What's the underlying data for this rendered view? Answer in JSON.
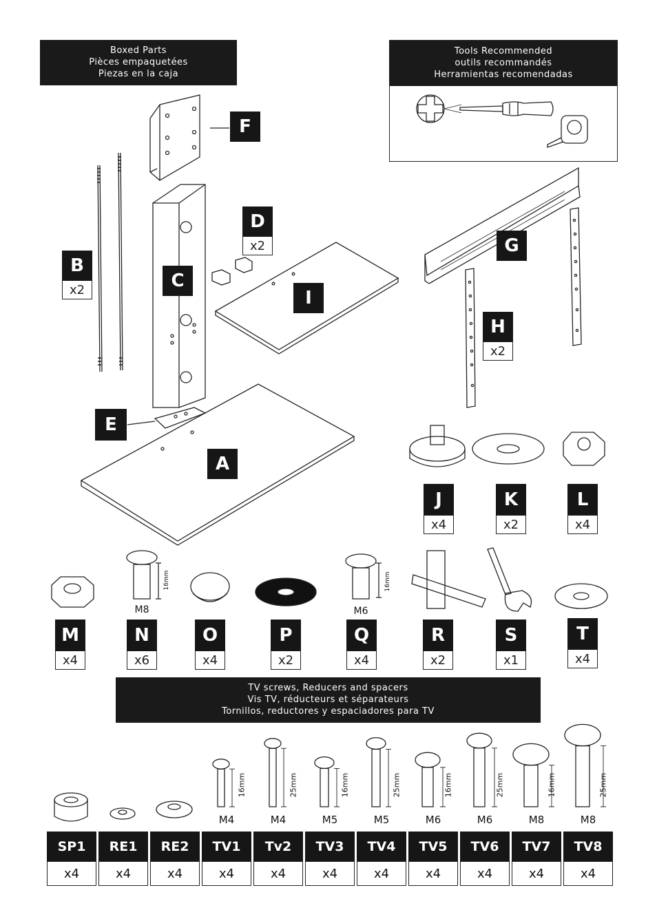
{
  "headers": {
    "boxed": [
      "Boxed Parts",
      "Pièces empaquetées",
      "Piezas en la caja"
    ],
    "tools": [
      "Tools Recommended",
      "outils recommandés",
      "Herramientas recomendadas"
    ],
    "screws": [
      "TV screws, Reducers and spacers",
      "Vis TV, réducteurs et séparateurs",
      "Tornillos, reductores y espaciadores para TV"
    ]
  },
  "parts": {
    "A": {
      "letter": "A"
    },
    "B": {
      "letter": "B",
      "qty": "x2"
    },
    "C": {
      "letter": "C"
    },
    "D": {
      "letter": "D",
      "qty": "x2"
    },
    "E": {
      "letter": "E"
    },
    "F": {
      "letter": "F"
    },
    "G": {
      "letter": "G"
    },
    "H": {
      "letter": "H",
      "qty": "x2"
    },
    "I": {
      "letter": "I"
    },
    "J": {
      "letter": "J",
      "qty": "x4"
    },
    "K": {
      "letter": "K",
      "qty": "x2"
    },
    "L": {
      "letter": "L",
      "qty": "x4"
    },
    "M": {
      "letter": "M",
      "qty": "x4"
    },
    "N": {
      "letter": "N",
      "qty": "x6",
      "size": "M8",
      "len": "16mm"
    },
    "O": {
      "letter": "O",
      "qty": "x4"
    },
    "P": {
      "letter": "P",
      "qty": "x2"
    },
    "Q": {
      "letter": "Q",
      "qty": "x4",
      "size": "M6",
      "len": "16mm"
    },
    "R": {
      "letter": "R",
      "qty": "x2"
    },
    "S": {
      "letter": "S",
      "qty": "x1"
    },
    "T": {
      "letter": "T",
      "qty": "x4"
    }
  },
  "tv_parts": [
    {
      "code": "SP1",
      "qty": "x4",
      "size": "",
      "len": ""
    },
    {
      "code": "RE1",
      "qty": "x4",
      "size": "",
      "len": ""
    },
    {
      "code": "RE2",
      "qty": "x4",
      "size": "",
      "len": ""
    },
    {
      "code": "TV1",
      "qty": "x4",
      "size": "M4",
      "len": "16mm"
    },
    {
      "code": "Tv2",
      "qty": "x4",
      "size": "M4",
      "len": "25mm"
    },
    {
      "code": "TV3",
      "qty": "x4",
      "size": "M5",
      "len": "16mm"
    },
    {
      "code": "TV4",
      "qty": "x4",
      "size": "M5",
      "len": "25mm"
    },
    {
      "code": "TV5",
      "qty": "x4",
      "size": "M6",
      "len": "16mm"
    },
    {
      "code": "TV6",
      "qty": "x4",
      "size": "M6",
      "len": "25mm"
    },
    {
      "code": "TV7",
      "qty": "x4",
      "size": "M8",
      "len": "16mm"
    },
    {
      "code": "TV8",
      "qty": "x4",
      "size": "M8",
      "len": "25mm"
    }
  ]
}
